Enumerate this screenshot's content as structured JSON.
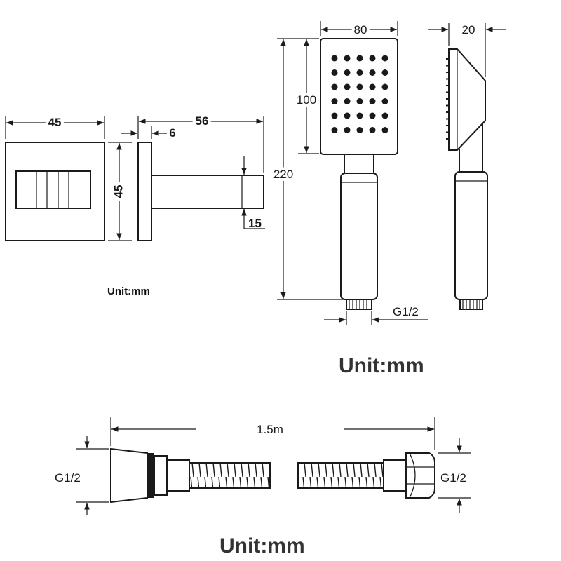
{
  "wall_bracket": {
    "width_label": "45",
    "height_label": "45",
    "thickness_label": "6",
    "depth_label": "56",
    "arm_label": "15",
    "unit": "Unit:mm"
  },
  "hand_shower": {
    "head_width_label": "80",
    "side_depth_label": "20",
    "head_height_label": "100",
    "total_height_label": "220",
    "thread_label": "G1/2",
    "unit": "Unit:mm"
  },
  "hose": {
    "length_label": "1.5m",
    "left_thread_label": "G1/2",
    "right_thread_label": "G1/2",
    "unit": "Unit:mm"
  }
}
